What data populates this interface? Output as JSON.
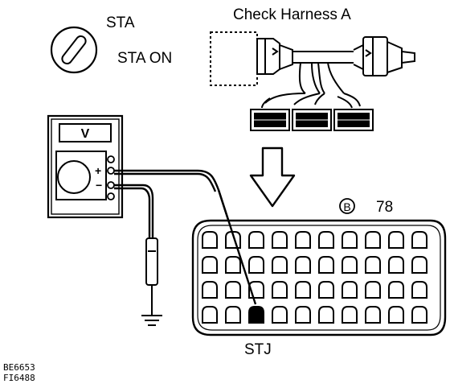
{
  "ignition": {
    "label_top": "STA",
    "label_state": "STA ON"
  },
  "harness": {
    "title": "Check Harness A"
  },
  "voltmeter": {
    "display": "V",
    "plus": "+",
    "minus": "−"
  },
  "connector": {
    "id_symbol": "B",
    "id_number": "78",
    "pin_label": "STJ",
    "rows": 4,
    "cols": 10
  },
  "figure_codes": [
    "BE6653",
    "FI6488"
  ]
}
